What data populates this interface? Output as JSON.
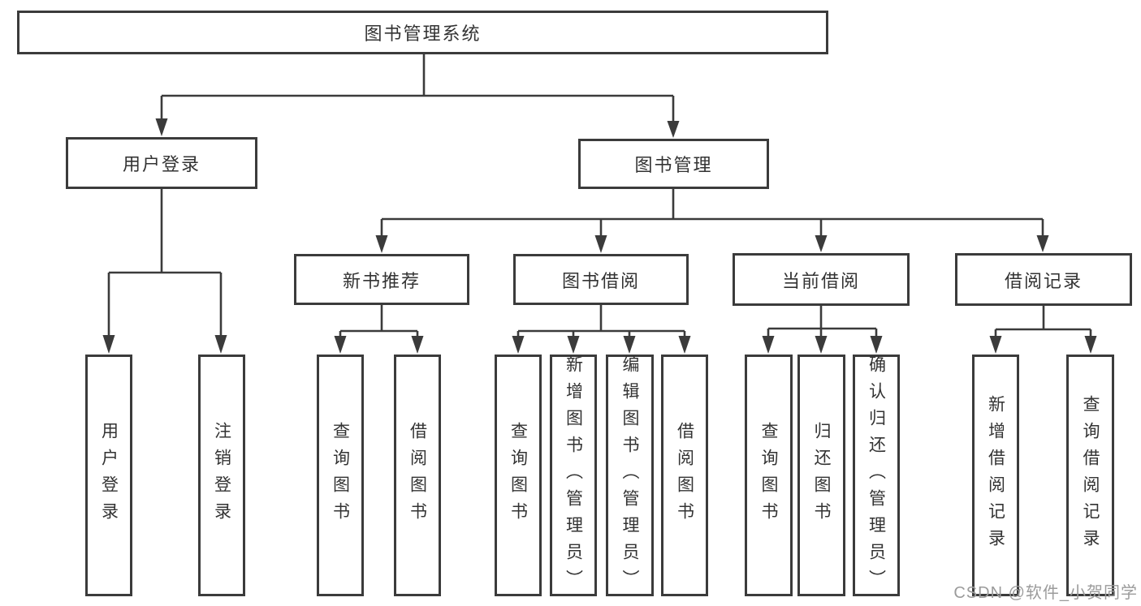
{
  "diagram": {
    "root": {
      "label": "图书管理系统"
    },
    "level2": [
      {
        "label": "用户登录"
      },
      {
        "label": "图书管理"
      }
    ],
    "level3": [
      {
        "label": "新书推荐"
      },
      {
        "label": "图书借阅"
      },
      {
        "label": "当前借阅"
      },
      {
        "label": "借阅记录"
      }
    ],
    "leaves": [
      {
        "label": "用户登录"
      },
      {
        "label": "注销登录"
      },
      {
        "label": "查询图书"
      },
      {
        "label": "借阅图书"
      },
      {
        "label": "查询图书"
      },
      {
        "label": "新增图书（管理员）"
      },
      {
        "label": "编辑图书（管理员）"
      },
      {
        "label": "借阅图书"
      },
      {
        "label": "查询图书"
      },
      {
        "label": "归还图书"
      },
      {
        "label": "确认归还（管理员）"
      },
      {
        "label": "新增借阅记录"
      },
      {
        "label": "查询借阅记录"
      }
    ],
    "watermark": "CSDN @软件_小贺同学"
  },
  "colors": {
    "line": "#3b3b3b",
    "text": "#333333",
    "wm": "#9b9b9b",
    "bg": "#ffffff"
  }
}
